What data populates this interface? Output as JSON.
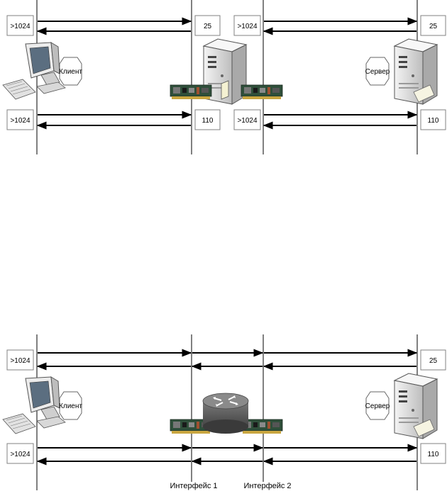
{
  "top_diagram": {
    "client_label": "Клиент",
    "server_label": "Сервер",
    "ports": {
      "client_smtp": ">1024",
      "proxy_in_smtp": "25",
      "proxy_out_smtp": ">1024",
      "server_smtp": "25",
      "client_pop": ">1024",
      "proxy_in_pop": "110",
      "proxy_out_pop": ">1024",
      "server_pop": "110"
    }
  },
  "bottom_diagram": {
    "client_label": "Клиент",
    "server_label": "Сервер",
    "ports": {
      "client_smtp": ">1024",
      "server_smtp": "25",
      "client_pop": ">1024",
      "server_pop": "110"
    },
    "interface_1": "Интерфейс 1",
    "interface_2": "Интерфейс 2"
  },
  "colors": {
    "line": "#000000",
    "box_border": "#808080",
    "computer": "#d9d9d9",
    "router": "#5a5a5a",
    "card": "#2f4f3a"
  },
  "icons": [
    "monitor-icon",
    "keyboard-icon",
    "server-icon",
    "network-card-icon",
    "router-icon"
  ]
}
